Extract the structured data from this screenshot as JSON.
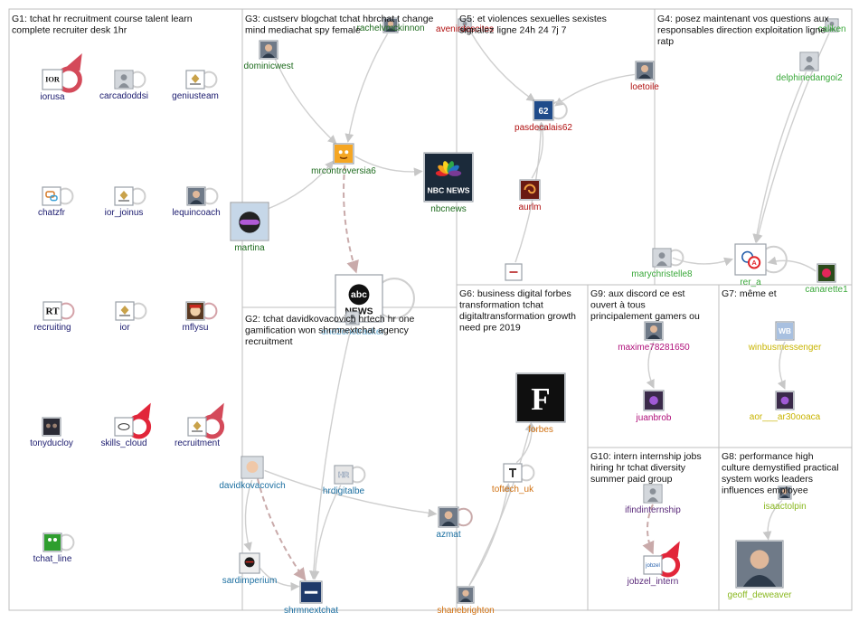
{
  "groups": [
    {
      "id": "G1",
      "title_lines": [
        "G1: tchat hr recruitment course talent learn",
        "complete recruiter desk 1hr"
      ]
    },
    {
      "id": "G3",
      "title_lines": [
        "G3: custserv blogchat tchat hbrchat t change",
        "mind mediachat spy female"
      ]
    },
    {
      "id": "G5",
      "title_lines": [
        "G5: et violences sexuelles sexistes",
        "signalez ligne 24h 24 7j 7"
      ]
    },
    {
      "id": "G4",
      "title_lines": [
        "G4: posez maintenant vos questions aux",
        "responsables direction exploitation ligne",
        "ratp"
      ]
    },
    {
      "id": "G2",
      "title_lines": [
        "G2: tchat davidkovacovich hrtech hr one",
        "gamification won shrmnextchat agency",
        "recruitment"
      ]
    },
    {
      "id": "G6",
      "title_lines": [
        "G6: business digital forbes",
        "transformation tchat",
        "digitaltransformation growth",
        "need pre 2019"
      ]
    },
    {
      "id": "G9",
      "title_lines": [
        "G9: aux discord ce est",
        "ouvert à tous",
        "principalement gamers ou"
      ]
    },
    {
      "id": "G7",
      "title_lines": [
        "G7: même et"
      ]
    },
    {
      "id": "G10",
      "title_lines": [
        "G10: intern internship jobs",
        "hiring hr tchat diversity",
        "summer paid group"
      ]
    },
    {
      "id": "G8",
      "title_lines": [
        "G8: performance high",
        "culture demystified practical",
        "system works leaders",
        "influences employee"
      ]
    }
  ],
  "nodes": [
    {
      "id": "iorusa",
      "label": "iorusa",
      "icon": "ior-logo-icon",
      "color": "#1a1a6e"
    },
    {
      "id": "carcadoddsi",
      "label": "carcadoddsi",
      "icon": "default-avatar-icon",
      "color": "#1a1a6e"
    },
    {
      "id": "geniusteam",
      "label": "geniusteam",
      "icon": "crest-logo-icon",
      "color": "#1a1a6e"
    },
    {
      "id": "chatzfr",
      "label": "chatzfr",
      "icon": "chat-logo-icon",
      "color": "#1a1a6e"
    },
    {
      "id": "ior_joinus",
      "label": "ior_joinus",
      "icon": "crest-logo-icon",
      "color": "#1a1a6e"
    },
    {
      "id": "lequincoach",
      "label": "lequincoach",
      "icon": "person-photo-icon",
      "color": "#1a1a6e"
    },
    {
      "id": "recruiting",
      "label": "recruiting",
      "icon": "rt-logo-icon",
      "color": "#1a1a6e"
    },
    {
      "id": "ior",
      "label": "ior",
      "icon": "crest-logo-icon",
      "color": "#1a1a6e"
    },
    {
      "id": "mflysu",
      "label": "mflysu",
      "icon": "cartoon-avatar-icon",
      "color": "#1a1a6e"
    },
    {
      "id": "tonyducloy",
      "label": "tonyducloy",
      "icon": "group-photo-icon",
      "color": "#1a1a6e"
    },
    {
      "id": "skills_cloud",
      "label": "skills_cloud",
      "icon": "cloud-logo-icon",
      "color": "#1a1a6e"
    },
    {
      "id": "recruitment",
      "label": "recruitment",
      "icon": "crest-logo-icon",
      "color": "#1a1a6e"
    },
    {
      "id": "tchat_line",
      "label": "tchat_line",
      "icon": "frog-avatar-icon",
      "color": "#1a1a6e"
    },
    {
      "id": "dominicwest",
      "label": "dominicwest",
      "icon": "person-photo-icon",
      "color": "#1e6b1e"
    },
    {
      "id": "rachelvmckinnon",
      "label": "rachelvmckinnon",
      "icon": "person-photo-icon",
      "color": "#1e6b1e"
    },
    {
      "id": "mrcontroversia6",
      "label": "mrcontroversia6",
      "icon": "emoji-avatar-icon",
      "color": "#1e6b1e"
    },
    {
      "id": "nbcnews",
      "label": "nbcnews",
      "icon": "nbc-news-logo-icon",
      "color": "#1e6b1e"
    },
    {
      "id": "martina",
      "label": "martina",
      "icon": "ski-helmet-photo-icon",
      "color": "#1e6b1e"
    },
    {
      "id": "abcnews",
      "label": "",
      "icon": "abc-news-logo-icon",
      "color": "#1e6b1e"
    },
    {
      "id": "avenirdescites",
      "label": "avenirdescites",
      "icon": "default-avatar-icon",
      "color": "#b01010"
    },
    {
      "id": "loetoile",
      "label": "loetoile",
      "icon": "person-photo-icon",
      "color": "#b01010"
    },
    {
      "id": "pasdecalais62",
      "label": "pasdecalais62",
      "icon": "62-logo-icon",
      "color": "#b01010"
    },
    {
      "id": "aurlm",
      "label": "aurlm",
      "icon": "swirl-logo-icon",
      "color": "#b01010"
    },
    {
      "id": "g5_bottom",
      "label": "",
      "icon": "small-logo-icon",
      "color": "#b01010"
    },
    {
      "id": "caliken",
      "label": "caliken",
      "icon": "default-avatar-icon",
      "color": "#3aa83a"
    },
    {
      "id": "delphinedangoi2",
      "label": "delphinedangoi2",
      "icon": "default-avatar-icon",
      "color": "#3aa83a"
    },
    {
      "id": "marychristelle8",
      "label": "marychristelle8",
      "icon": "default-avatar-icon",
      "color": "#3aa83a"
    },
    {
      "id": "rer_a",
      "label": "rer_a",
      "icon": "rer-a-logo-icon",
      "color": "#3aa83a"
    },
    {
      "id": "canarette1",
      "label": "canarette1",
      "icon": "flower-photo-icon",
      "color": "#3aa83a"
    },
    {
      "id": "one2onetracker",
      "label": "one2onetracker",
      "icon": "default-avatar-icon",
      "color": "#6ab0d8"
    },
    {
      "id": "davidkovacovich",
      "label": "davidkovacovich",
      "icon": "child-photo-icon",
      "color": "#1a6ea0"
    },
    {
      "id": "hrdigitalbe",
      "label": "hrdigitalbe",
      "icon": "hr-logo-icon",
      "color": "#1a6ea0"
    },
    {
      "id": "azmat",
      "label": "azmat",
      "icon": "person-photo-icon",
      "color": "#1a6ea0"
    },
    {
      "id": "sardimperium",
      "label": "sardimperium",
      "icon": "ninja-avatar-icon",
      "color": "#1a6ea0"
    },
    {
      "id": "shrmnextchat",
      "label": "shrmnextchat",
      "icon": "shrm-logo-icon",
      "color": "#1a6ea0"
    },
    {
      "id": "forbes",
      "label": "forbes",
      "icon": "forbes-logo-icon",
      "color": "#d07010"
    },
    {
      "id": "toftech_uk",
      "label": "toftech_uk",
      "icon": "toftech-logo-icon",
      "color": "#d07010"
    },
    {
      "id": "shanebrighton",
      "label": "shanebrighton",
      "icon": "person-photo-icon",
      "color": "#d07010"
    },
    {
      "id": "maxime78281650",
      "label": "maxime78281650",
      "icon": "person-photo-icon",
      "color": "#b0107a"
    },
    {
      "id": "juanbrob",
      "label": "juanbrob",
      "icon": "game-avatar-icon",
      "color": "#b0107a"
    },
    {
      "id": "winbusmessenger",
      "label": "winbusmessenger",
      "icon": "wb-logo-icon",
      "color": "#c8b400"
    },
    {
      "id": "aor___ar30ooaca",
      "label": "aor___ar30ooaca",
      "icon": "game-avatar-icon",
      "color": "#c8b400"
    },
    {
      "id": "ifindinternship",
      "label": "ifindinternship",
      "icon": "default-avatar-icon",
      "color": "#5a2a7a"
    },
    {
      "id": "jobzel_intern",
      "label": "jobzel_intern",
      "icon": "jobzel-logo-icon",
      "color": "#5a2a7a"
    },
    {
      "id": "isaactolpin",
      "label": "isaactolpin",
      "icon": "person-photo-icon",
      "color": "#8ab820"
    },
    {
      "id": "geoff_deweaver",
      "label": "geoff_deweaver",
      "icon": "person-photo-icon",
      "color": "#8ab820"
    }
  ],
  "edges": [
    {
      "from": "dominicwest",
      "to": "mrcontroversia6",
      "style": "solid"
    },
    {
      "from": "rachelvmckinnon",
      "to": "mrcontroversia6",
      "style": "solid"
    },
    {
      "from": "mrcontroversia6",
      "to": "nbcnews",
      "style": "solid"
    },
    {
      "from": "martina",
      "to": "mrcontroversia6",
      "style": "solid"
    },
    {
      "from": "mrcontroversia6",
      "to": "abcnews",
      "style": "dashed"
    },
    {
      "from": "avenirdescites",
      "to": "pasdecalais62",
      "style": "solid"
    },
    {
      "from": "loetoile",
      "to": "pasdecalais62",
      "style": "solid"
    },
    {
      "from": "aurlm",
      "to": "pasdecalais62",
      "style": "solid"
    },
    {
      "from": "g5_bottom",
      "to": "pasdecalais62",
      "style": "solid"
    },
    {
      "from": "caliken",
      "to": "rer_a",
      "style": "solid"
    },
    {
      "from": "delphinedangoi2",
      "to": "rer_a",
      "style": "solid"
    },
    {
      "from": "marychristelle8",
      "to": "rer_a",
      "style": "solid"
    },
    {
      "from": "canarette1",
      "to": "rer_a",
      "style": "solid"
    },
    {
      "from": "davidkovacovich",
      "to": "azmat",
      "style": "solid"
    },
    {
      "from": "davidkovacovich",
      "to": "sardimperium",
      "style": "solid"
    },
    {
      "from": "davidkovacovich",
      "to": "shrmnextchat",
      "style": "dashed"
    },
    {
      "from": "hrdigitalbe",
      "to": "shrmnextchat",
      "style": "solid"
    },
    {
      "from": "one2onetracker",
      "to": "shrmnextchat",
      "style": "solid"
    },
    {
      "from": "sardimperium",
      "to": "shrmnextchat",
      "style": "solid"
    },
    {
      "from": "toftech_uk",
      "to": "forbes",
      "style": "solid"
    },
    {
      "from": "shanebrighton",
      "to": "forbes",
      "style": "solid"
    },
    {
      "from": "shanebrighton",
      "to": "toftech_uk",
      "style": "solid"
    },
    {
      "from": "maxime78281650",
      "to": "juanbrob",
      "style": "solid"
    },
    {
      "from": "winbusmessenger",
      "to": "aor___ar30ooaca",
      "style": "solid"
    },
    {
      "from": "ifindinternship",
      "to": "jobzel_intern",
      "style": "dashed"
    },
    {
      "from": "isaactolpin",
      "to": "geoff_deweaver",
      "style": "solid"
    },
    {
      "from": "forbes",
      "to": "g6_node",
      "style": "solid"
    }
  ]
}
